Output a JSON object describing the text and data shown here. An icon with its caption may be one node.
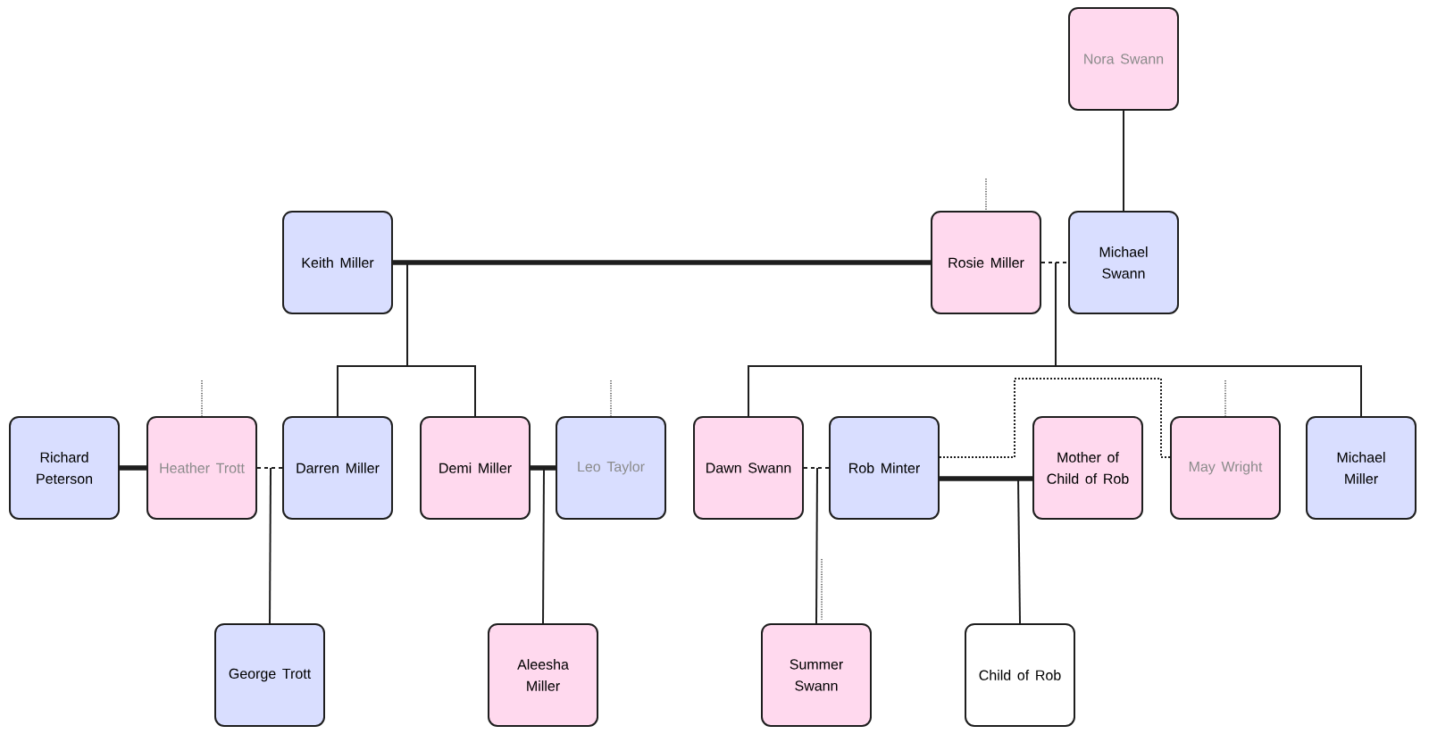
{
  "diagram": {
    "nodes": [
      {
        "text": [
          "Nora Swann"
        ]
      },
      {
        "text": [
          "Keith Miller"
        ]
      },
      {
        "text": [
          "Rosie Miller"
        ]
      },
      {
        "text": [
          "Michael Swann"
        ]
      },
      {
        "text": [
          "Richard Peterson"
        ]
      },
      {
        "text": [
          "Heather Trott"
        ]
      },
      {
        "text": [
          "Darren Miller"
        ]
      },
      {
        "text": [
          "Demi Miller"
        ]
      },
      {
        "text": [
          "Leo Taylor"
        ]
      },
      {
        "text": [
          "Dawn Swann"
        ]
      },
      {
        "text": [
          "Rob Minter"
        ]
      },
      {
        "text": [
          "Mother of Child of Rob"
        ]
      },
      {
        "text": [
          "May Wright"
        ]
      },
      {
        "text": [
          "Michael Miller"
        ]
      },
      {
        "text": [
          "George Trott"
        ]
      },
      {
        "text": [
          "Aleesha Miller"
        ]
      },
      {
        "text": [
          "Summer Swann"
        ]
      },
      {
        "text": [
          "Child of Rob"
        ]
      }
    ],
    "edges": [
      {
        "from": 0,
        "to": 3,
        "arrow": "none"
      },
      {
        "from": 1,
        "to": 2,
        "arrow": "none",
        "style": "thick"
      },
      {
        "from": 2,
        "to": 3,
        "arrow": "none",
        "style": "dashed"
      },
      {
        "from": 1,
        "to": 6,
        "arrow": "none"
      },
      {
        "from": 1,
        "to": 7,
        "arrow": "none"
      },
      {
        "from": 4,
        "to": 5,
        "arrow": "none",
        "style": "thick"
      },
      {
        "from": 5,
        "to": 6,
        "arrow": "none",
        "style": "dashed"
      },
      {
        "from": 7,
        "to": 8,
        "arrow": "none",
        "style": "thick"
      },
      {
        "from": 2,
        "to": 9,
        "arrow": "none"
      },
      {
        "from": 2,
        "to": 13,
        "arrow": "none"
      },
      {
        "from": 9,
        "to": 10,
        "arrow": "none",
        "style": "dashed"
      },
      {
        "from": 10,
        "to": 11,
        "arrow": "none",
        "style": "thick"
      },
      {
        "from": 10,
        "to": 12,
        "arrow": "none",
        "style": "dashed"
      },
      {
        "from": 5,
        "to": 14,
        "arrow": "none"
      },
      {
        "from": 7,
        "to": 15,
        "arrow": "none"
      },
      {
        "from": 9,
        "to": 16,
        "arrow": "none"
      },
      {
        "from": 11,
        "to": 17,
        "arrow": "none"
      }
    ]
  }
}
